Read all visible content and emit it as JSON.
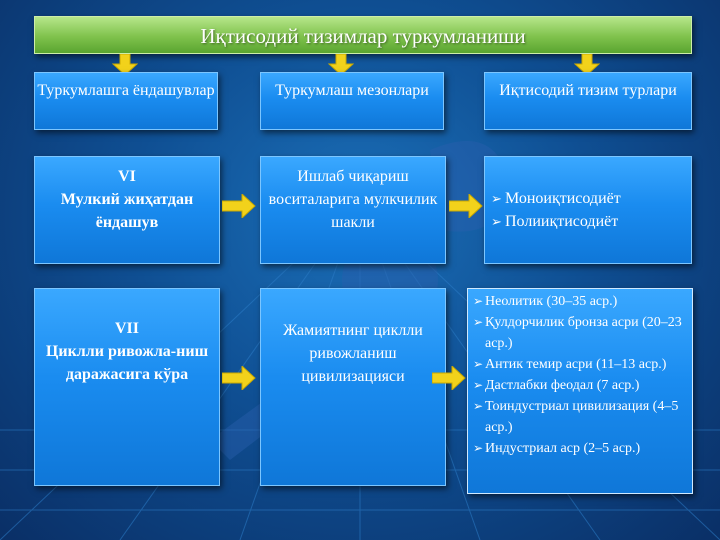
{
  "title": "Иқтисодий тизимлар туркумланиши",
  "headers": [
    "Туркумлашга ёндашувлар",
    "Туркумлаш мезонлари",
    "Иқтисодий тизим турлари"
  ],
  "row1": {
    "approach_num": "VI",
    "approach": "Мулкий жиҳатдан ёндашув",
    "criterion": "Ишлаб чиқариш воситаларига мулкчилик шакли",
    "types": [
      "Моноиқтисодиёт",
      "Полииқтисодиёт"
    ]
  },
  "row2": {
    "approach_num": "VII",
    "approach": "Циклли ривожла-ниш даражасига кўра",
    "criterion": "Жамиятнинг циклли ривожланиш цивилизацияси",
    "types": [
      "Неолитик (30–35 аср.)",
      "Қулдорчилик бронза асри (20–23 аср.)",
      "Антик темир асри (11–13 аср.)",
      "Дастлабки феодал  (7 аср.)",
      "Тоиндустриал цивилизация (4–5 аср.)",
      "Индустриал аср (2–5 аср.)"
    ]
  },
  "colors": {
    "arrow": "#f2d21b",
    "title_green": "#7fc24c",
    "box_blue": "#1a8cf0"
  },
  "bullet": "➢"
}
